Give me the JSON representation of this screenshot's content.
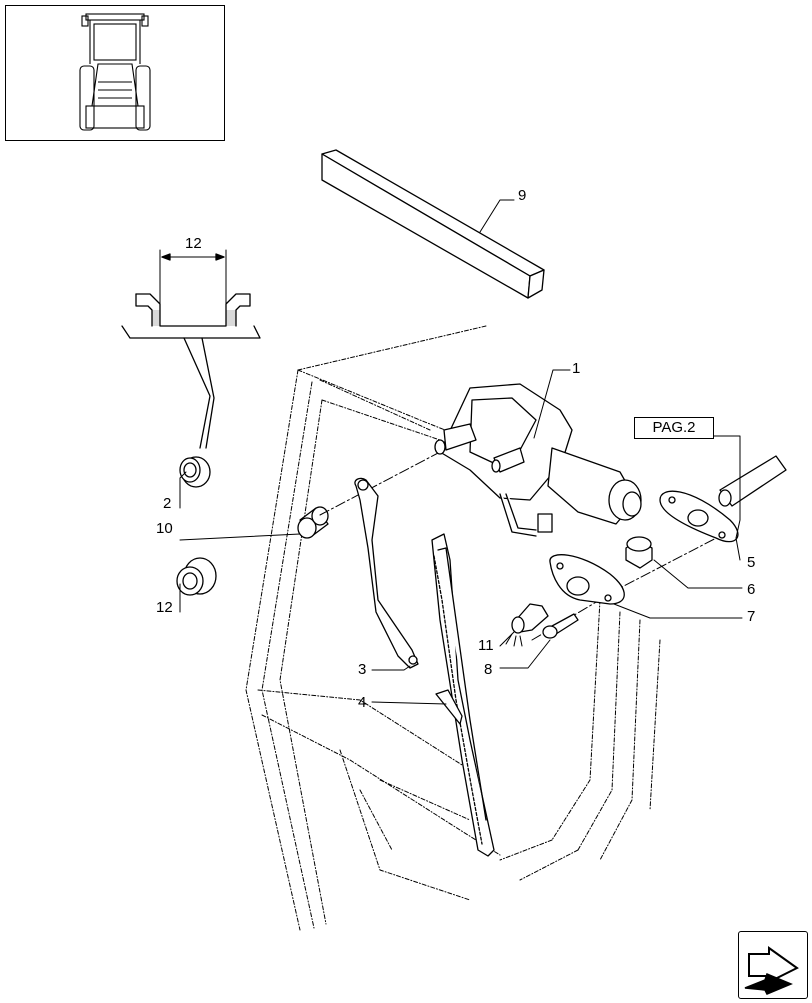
{
  "diagram": {
    "thumbnail_name": "tractor-front-view",
    "navigation_icon": "next-page-arrow-icon",
    "reference_box": {
      "label": "PAG.2"
    },
    "dimension_label": "12",
    "callouts": [
      {
        "id": "c1",
        "label": "1",
        "part": "wiper-motor"
      },
      {
        "id": "c2",
        "label": "2",
        "part": "grommet"
      },
      {
        "id": "c3",
        "label": "3",
        "part": "wiper-arm"
      },
      {
        "id": "c4",
        "label": "4",
        "part": "wiper-blade"
      },
      {
        "id": "c5",
        "label": "5",
        "part": "gasket"
      },
      {
        "id": "c6",
        "label": "6",
        "part": "bushing"
      },
      {
        "id": "c7",
        "label": "7",
        "part": "mounting-plate"
      },
      {
        "id": "c8",
        "label": "8",
        "part": "screw"
      },
      {
        "id": "c9",
        "label": "9",
        "part": "seal-strip"
      },
      {
        "id": "c10",
        "label": "10",
        "part": "cap"
      },
      {
        "id": "c11",
        "label": "11",
        "part": "lamp"
      },
      {
        "id": "c12",
        "label": "12",
        "part": "grommet"
      }
    ]
  }
}
